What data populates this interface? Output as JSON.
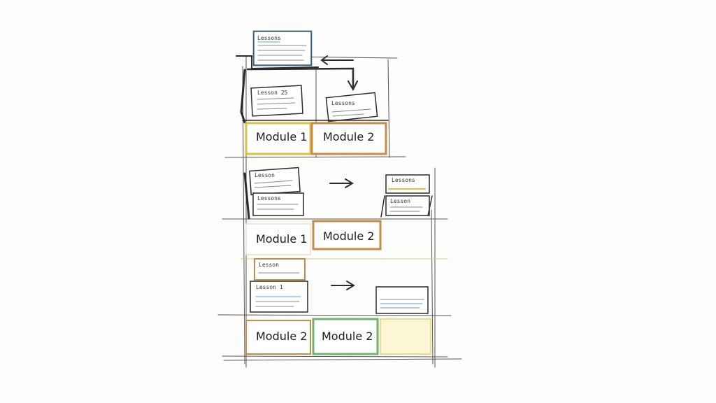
{
  "diagram": {
    "rows": [
      {
        "modules": [
          "Module 1",
          "Module 2"
        ],
        "lesson_titles": [
          "Lessons",
          "Lesson 25",
          "Lessons"
        ]
      },
      {
        "modules": [
          "Module 1",
          "Module 2"
        ],
        "lesson_titles": [
          "Lesson",
          "Lessons",
          "Lessons",
          "Lesson"
        ]
      },
      {
        "modules": [
          "Module 2",
          "Module 2"
        ],
        "lesson_titles": [
          "Lesson",
          "Lesson 1"
        ]
      }
    ]
  },
  "colors": {
    "ink": "#2b2b2b",
    "module_yellow": "#d9c14a",
    "module_orange": "#c98a4a",
    "module_green": "#6fb36f",
    "highlight_blue": "#4aa8e0"
  }
}
